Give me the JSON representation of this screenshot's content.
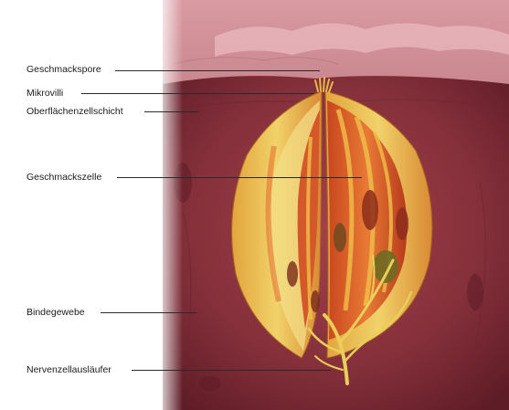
{
  "labels": {
    "taste_pore": "Geschmackspore",
    "microvilli": "Mikrovilli",
    "surface_cell_layer": "Oberflächenzellschicht",
    "taste_cell": "Geschmackszelle",
    "connective_tissue": "Bindegewebe",
    "nerve_fibers": "Nervenzellausläufer"
  },
  "colors": {
    "background": "#ffffff",
    "surface_pink": "#e2a7ad",
    "tissue_dark": "#7a2733",
    "tissue_mid": "#9b3a45",
    "bud_yellow": "#e8c04a",
    "bud_orange": "#d9632a",
    "nerve_yellow": "#e9cf5a",
    "label_text": "#1b1b1b"
  }
}
